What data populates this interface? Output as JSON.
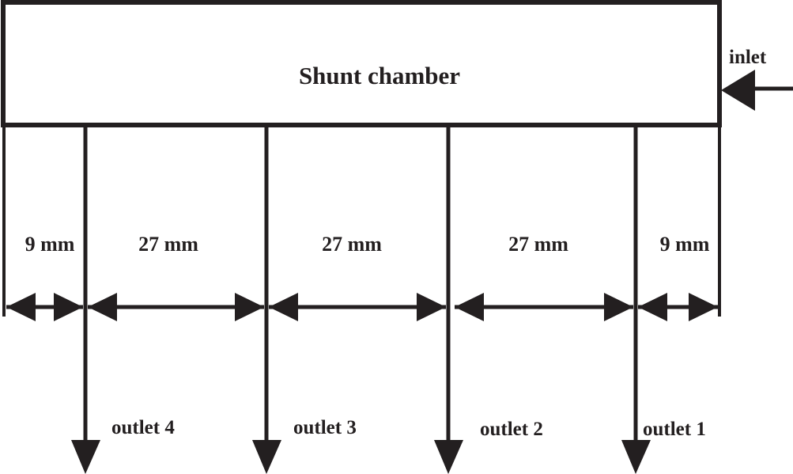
{
  "chamber": {
    "label": "Shunt chamber"
  },
  "inlet": {
    "label": "inlet"
  },
  "dimensions": [
    {
      "label": "9 mm"
    },
    {
      "label": "27 mm"
    },
    {
      "label": "27 mm"
    },
    {
      "label": "27 mm"
    },
    {
      "label": "9 mm"
    }
  ],
  "outlets": [
    {
      "label": "outlet 4"
    },
    {
      "label": "outlet 3"
    },
    {
      "label": "outlet 2"
    },
    {
      "label": "outlet 1"
    }
  ],
  "colors": {
    "ink": "#231f20",
    "background": "#ffffff"
  }
}
